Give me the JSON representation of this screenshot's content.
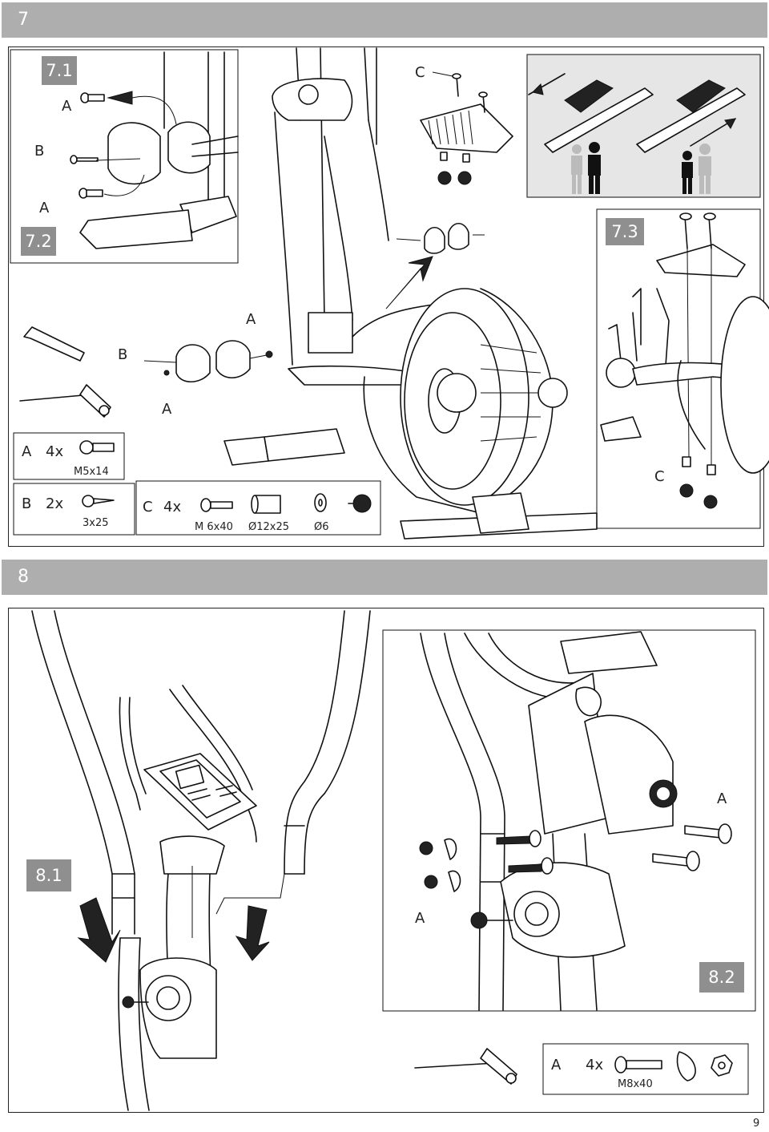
{
  "sections": [
    {
      "number": "7"
    },
    {
      "number": "8"
    }
  ],
  "steps": {
    "s71": "7.1",
    "s72": "7.2",
    "s73": "7.3",
    "s81": "8.1",
    "s82": "8.2"
  },
  "part_labels": {
    "a": "A",
    "b": "B",
    "c": "C"
  },
  "parts_list_7": {
    "a_qty": "4x",
    "a_size": "M5x14",
    "b_qty": "2x",
    "b_size": "3x25",
    "c_qty": "4x",
    "c_bolt": "M 6x40",
    "c_spacer": "Ø12x25",
    "c_washer": "Ø6"
  },
  "parts_list_8": {
    "a_qty": "4x",
    "a_size": "M8x40"
  },
  "page_number": "9",
  "icons": [
    "hex-key-icon",
    "t-wrench-icon",
    "screw-icon",
    "bolt-icon",
    "spacer-icon",
    "washer-icon",
    "knob-icon",
    "curved-washer-icon",
    "nut-icon",
    "person-icon",
    "arrow-icon"
  ]
}
